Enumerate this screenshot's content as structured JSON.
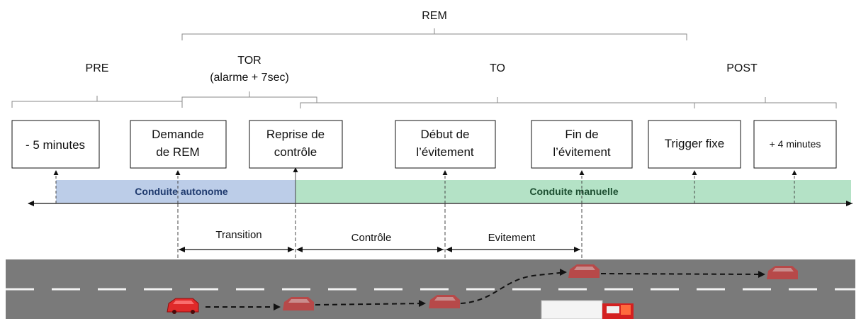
{
  "phases": {
    "rem": "REM",
    "pre": "PRE",
    "tor_line1": "TOR",
    "tor_line2": "(alarme + 7sec)",
    "to": "TO",
    "post": "POST"
  },
  "events": [
    {
      "id": "minus-5",
      "lines": [
        "- 5 minutes"
      ]
    },
    {
      "id": "demande-rem",
      "lines": [
        "Demande",
        "de REM"
      ]
    },
    {
      "id": "reprise",
      "lines": [
        "Reprise de",
        "contrôle"
      ]
    },
    {
      "id": "debut-evitement",
      "lines": [
        "Début de",
        "l’évitement"
      ]
    },
    {
      "id": "fin-evitement",
      "lines": [
        "Fin de",
        "l’évitement"
      ]
    },
    {
      "id": "trigger-fixe",
      "lines": [
        "Trigger fixe"
      ]
    },
    {
      "id": "plus-4",
      "lines": [
        "+ 4 minutes"
      ]
    }
  ],
  "bands": {
    "autonomous": {
      "label": "Conduite autonome",
      "color": "#bccde8"
    },
    "manual": {
      "label": "Conduite manuelle",
      "color": "#b4e2c6"
    }
  },
  "intervals": {
    "transition": "Transition",
    "controle": "Contrôle",
    "evitement": "Evitement"
  },
  "colors": {
    "road": "#7a7a7a",
    "car": "#e02a2a",
    "truck_cab": "#d42020"
  }
}
